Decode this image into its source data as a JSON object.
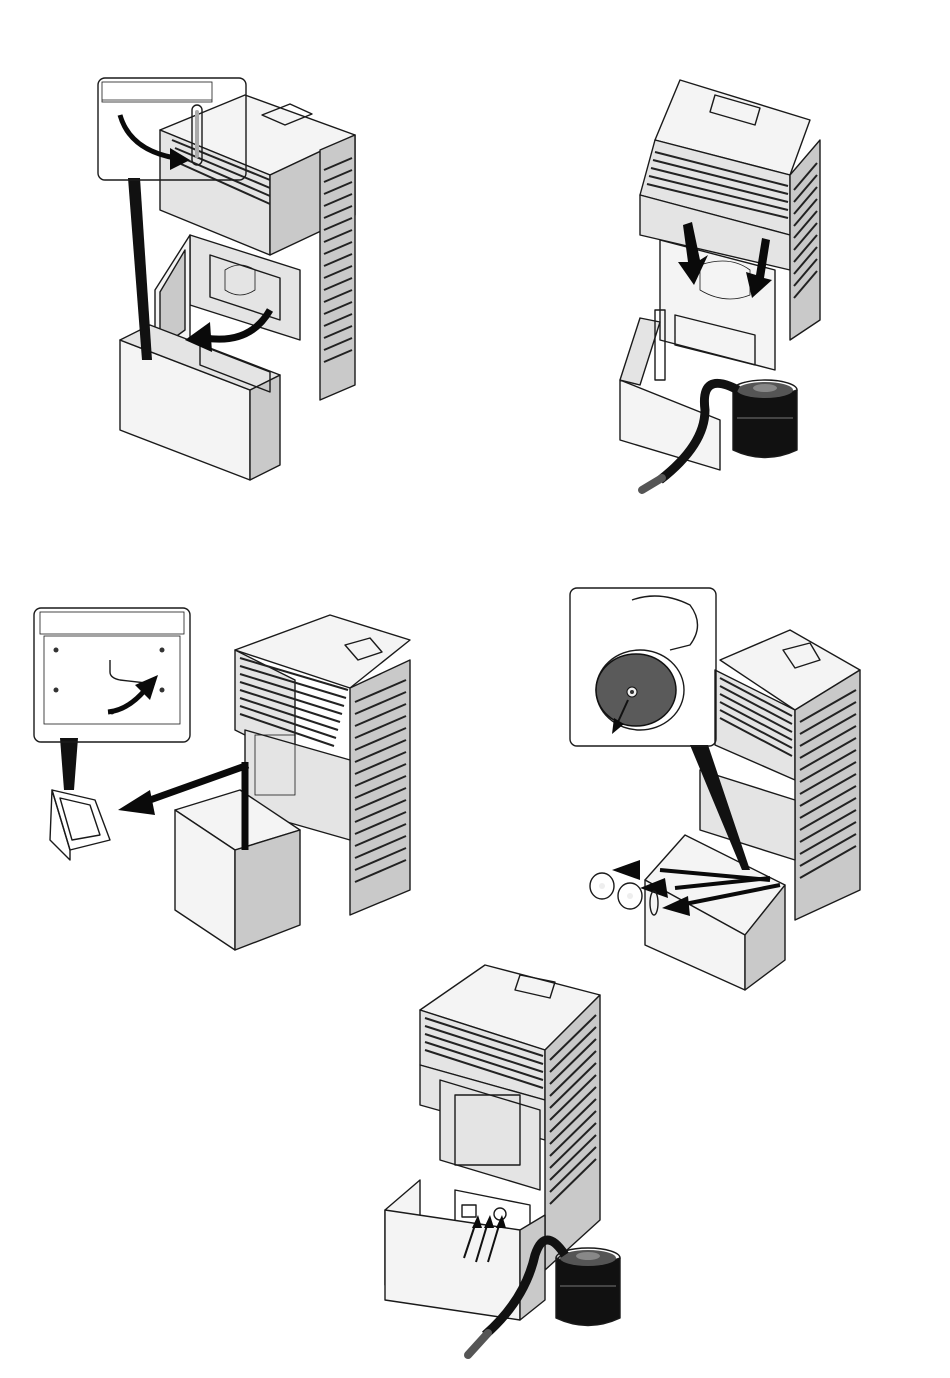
{
  "figure": {
    "panels": [
      {
        "id": "panel-1",
        "step": "open-ash-door-lever"
      },
      {
        "id": "panel-2",
        "step": "vacuum-firebox"
      },
      {
        "id": "panel-3",
        "step": "remove-ash-drawer"
      },
      {
        "id": "panel-4",
        "step": "remove-inspection-caps"
      },
      {
        "id": "panel-5",
        "step": "vacuum-flue-passages"
      }
    ],
    "icons": [
      "stove-icon",
      "vacuum-cleaner-icon",
      "ash-drawer-icon",
      "inspection-cap-icon",
      "lever-icon"
    ]
  }
}
